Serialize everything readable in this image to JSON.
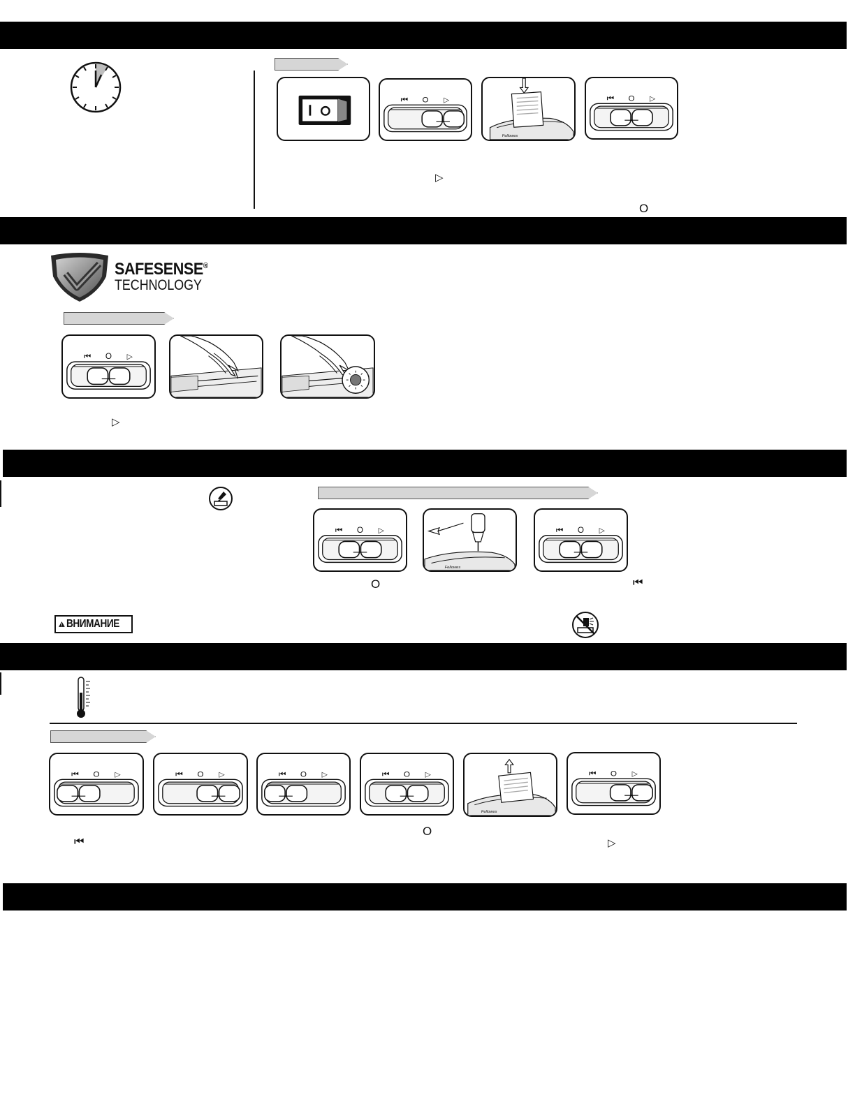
{
  "logo": {
    "title": "SAFESENSE",
    "reg_mark": "®",
    "subtitle": "TECHNOLOGY"
  },
  "warning": {
    "label": "ВНИМАНИЕ"
  },
  "switch_labels": {
    "reverse": "⏮",
    "off": "O",
    "forward": "▷"
  },
  "symbols": {
    "forward": "▷",
    "off": "O",
    "reverse": "⏮"
  },
  "icons": {
    "clock": "clock-icon",
    "shield": "shield-check-icon",
    "oil": "oil-drop-icon",
    "warning": "warning-triangle-icon",
    "no_oil": "no-aerosol-icon",
    "thermometer": "thermometer-icon",
    "rocker": "power-rocker-switch-icon"
  }
}
